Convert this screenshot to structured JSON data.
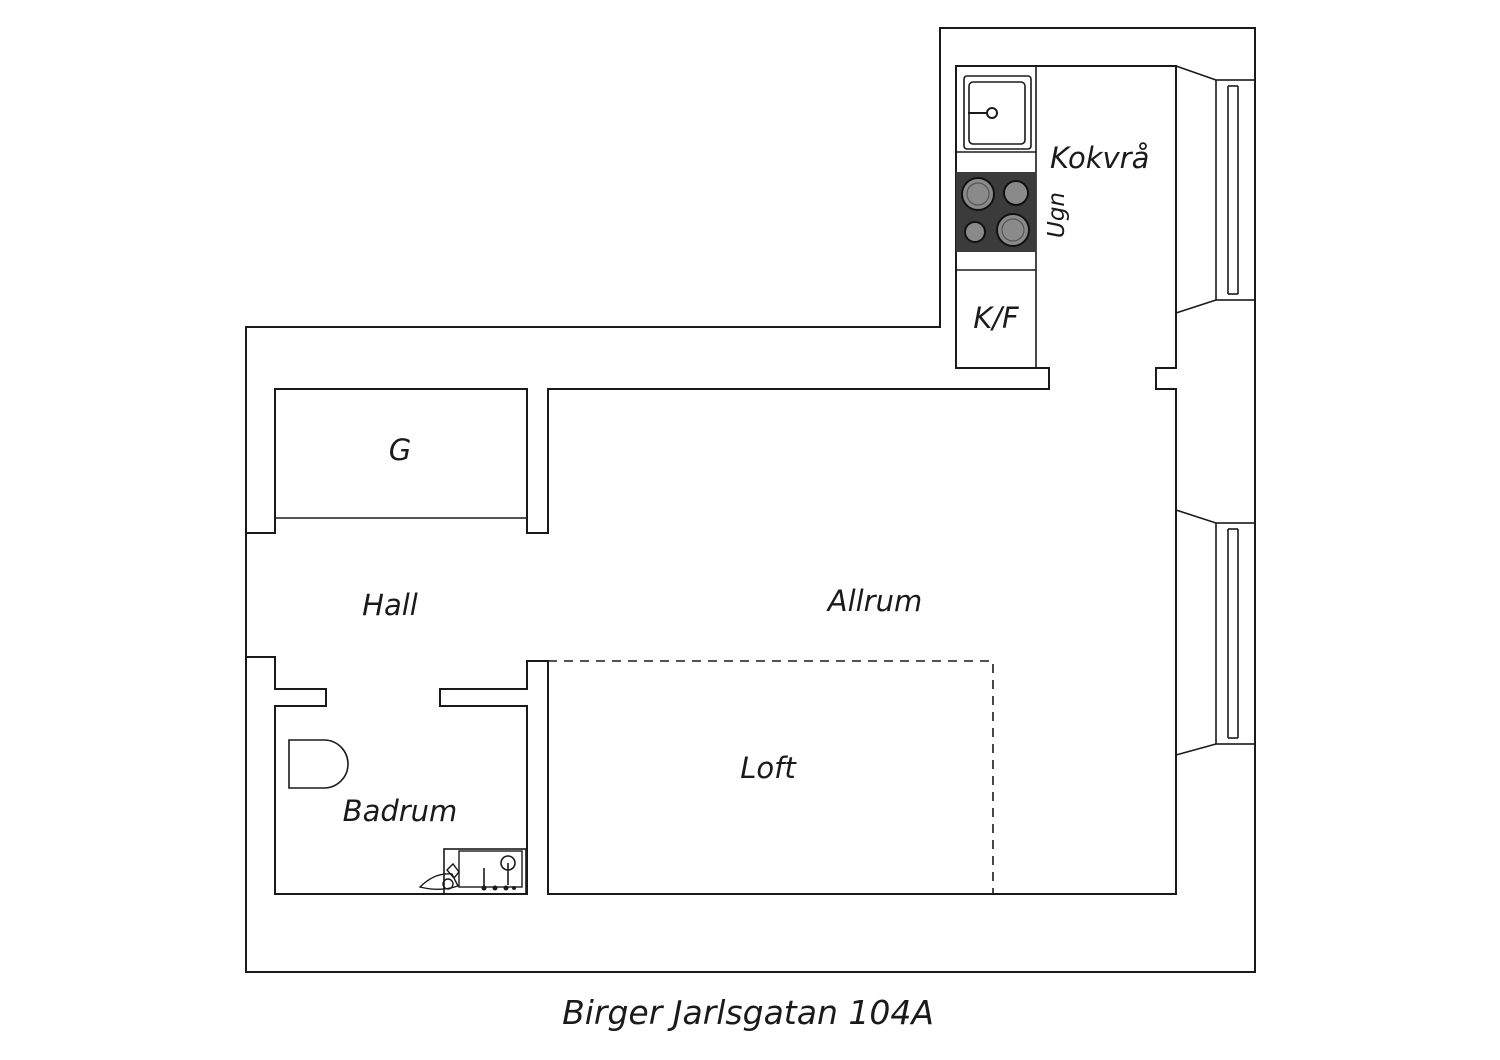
{
  "labels": {
    "kitchen": "Kokvrå",
    "oven": "Ugn",
    "fridge_freezer": "K/F",
    "wardrobe": "G",
    "hall": "Hall",
    "living_room": "Allrum",
    "loft": "Loft",
    "bathroom": "Badrum"
  },
  "address": "Birger Jarlsgatan 104A",
  "colors": {
    "line": "#1a1a1a",
    "stove": "#3b3b3b",
    "burner": "#8a8a8a",
    "background": "#ffffff"
  }
}
